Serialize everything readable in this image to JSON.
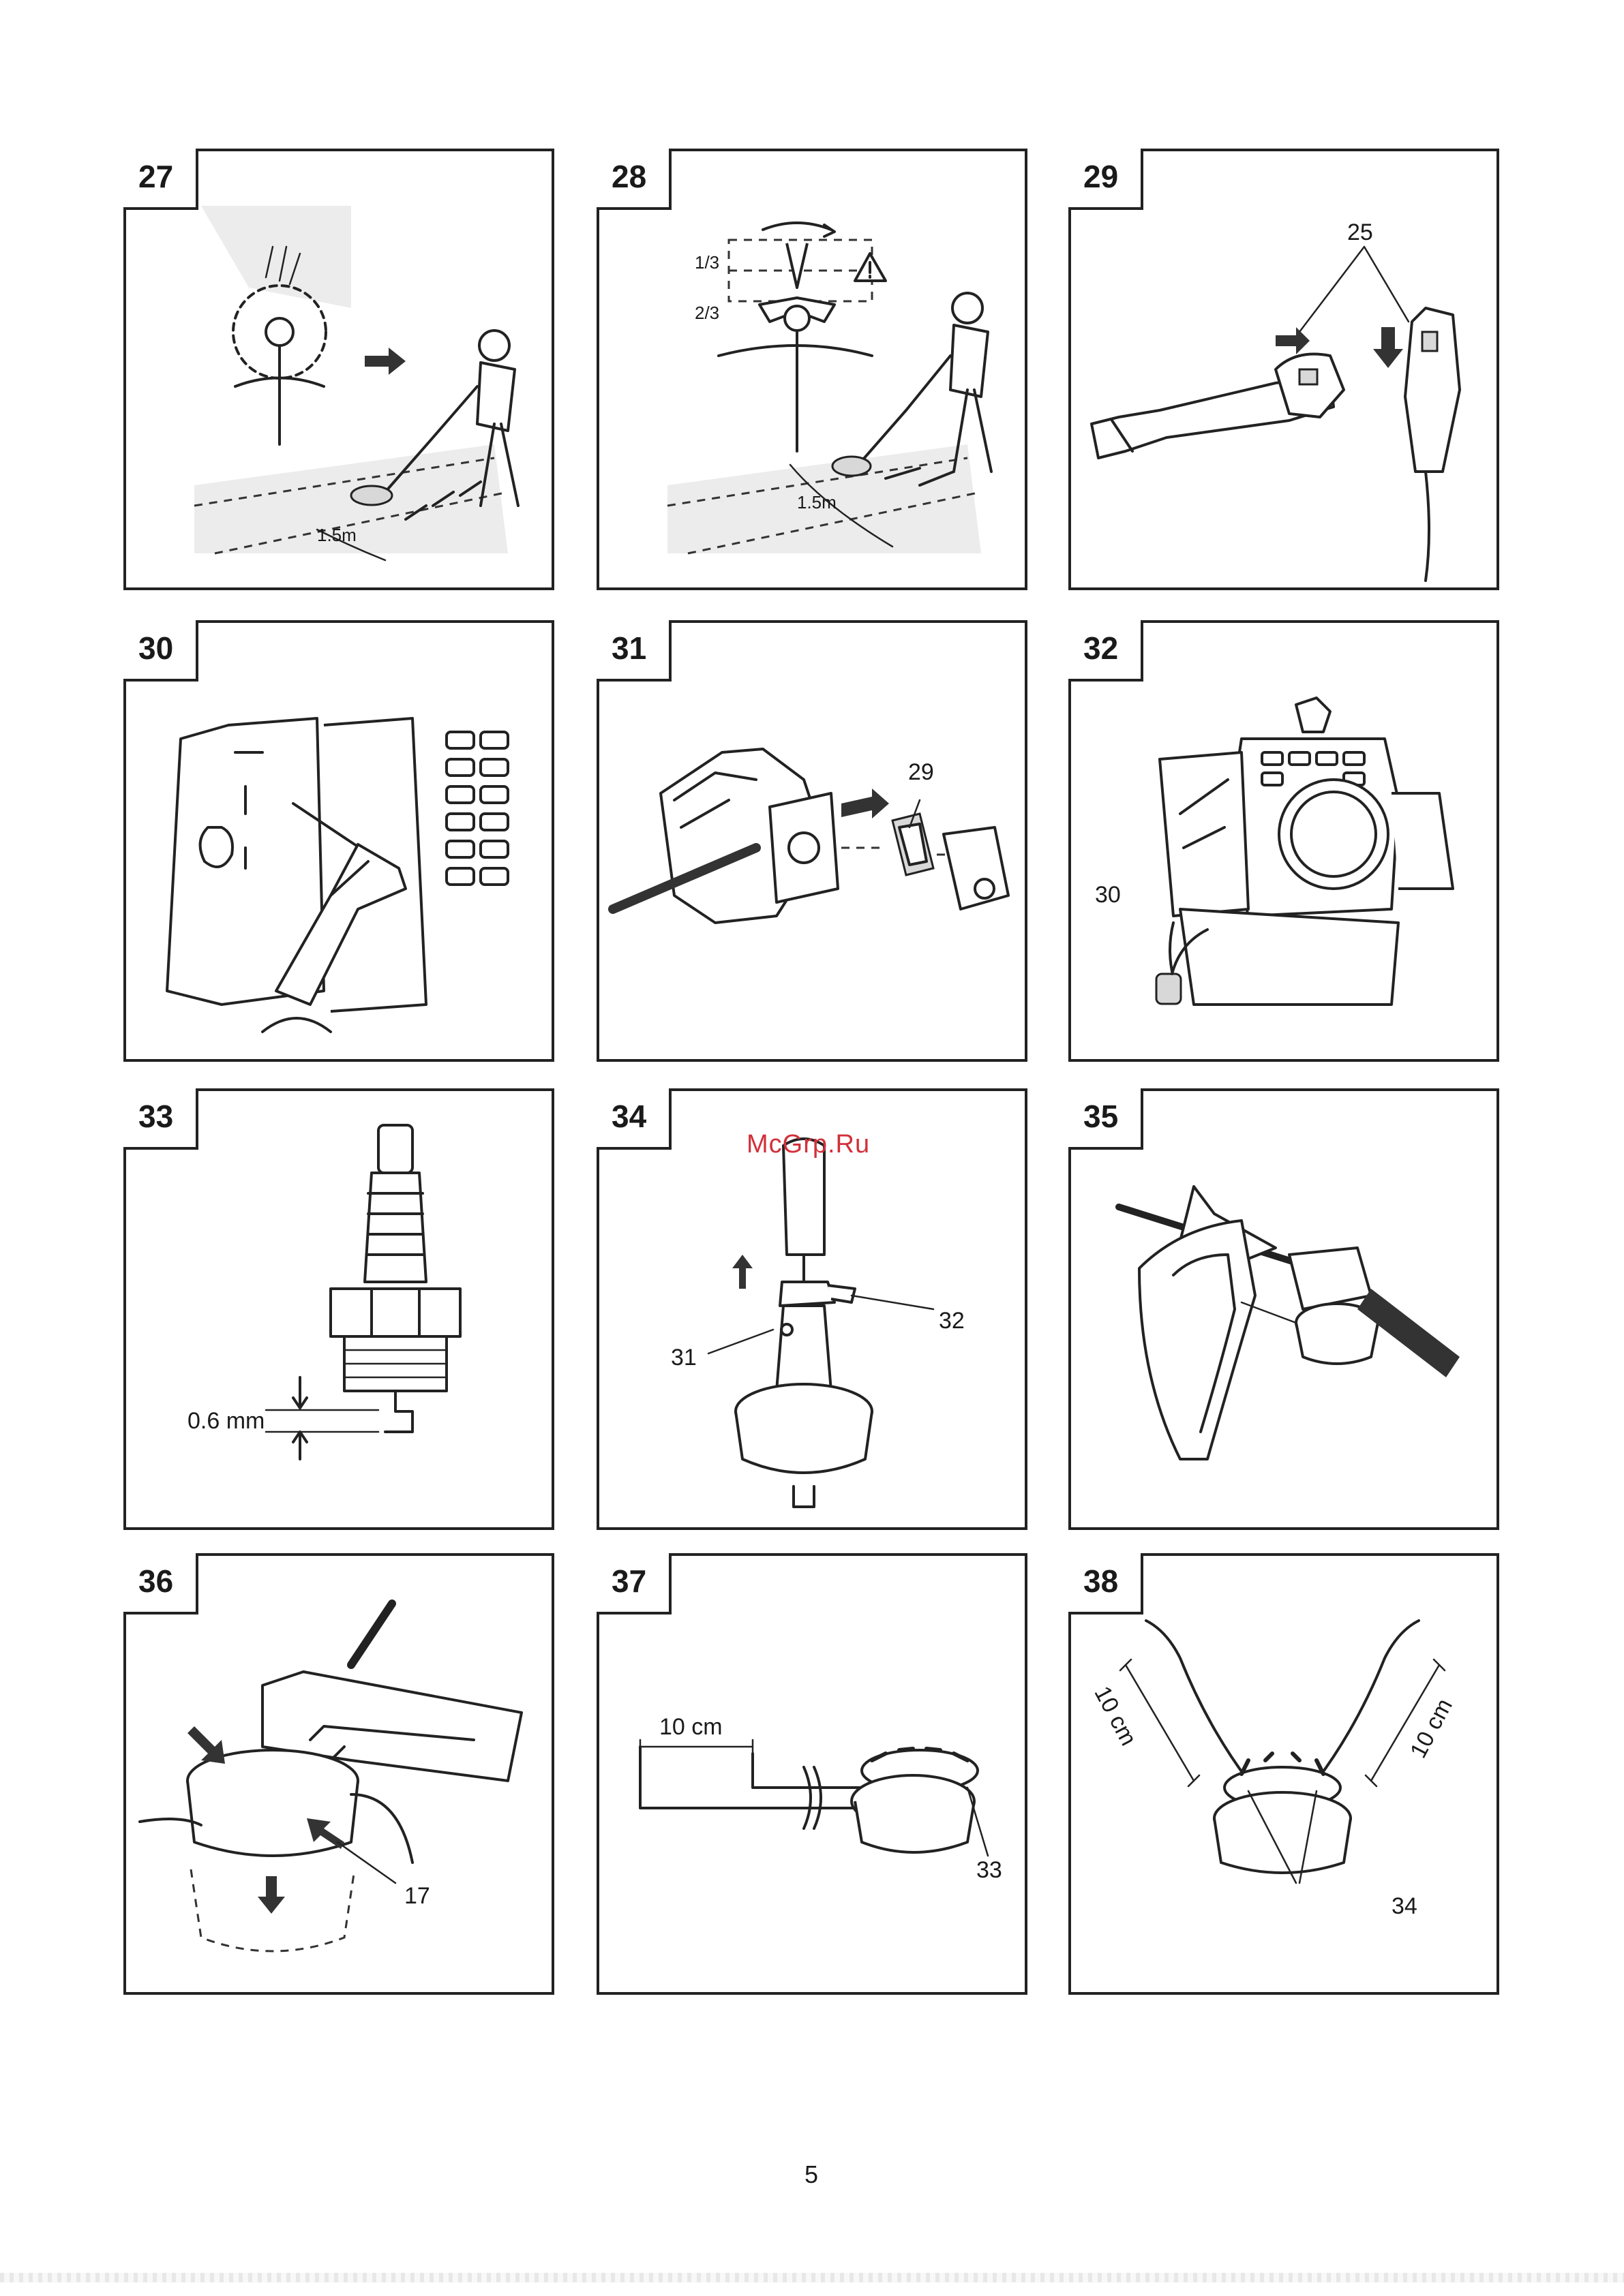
{
  "watermark": "McGrp.Ru",
  "page_number": "5",
  "panels": [
    {
      "number": "27",
      "labels": [
        "1.5m"
      ]
    },
    {
      "number": "28",
      "labels": [
        "1/3",
        "2/3",
        "1.5m"
      ]
    },
    {
      "number": "29",
      "labels": [
        "25"
      ]
    },
    {
      "number": "30",
      "labels": []
    },
    {
      "number": "31",
      "labels": [
        "29"
      ]
    },
    {
      "number": "32",
      "labels": [
        "30"
      ]
    },
    {
      "number": "33",
      "labels": [
        "0.6 mm"
      ]
    },
    {
      "number": "34",
      "labels": [
        "31",
        "32"
      ]
    },
    {
      "number": "35",
      "labels": []
    },
    {
      "number": "36",
      "labels": [
        "17"
      ]
    },
    {
      "number": "37",
      "labels": [
        "10 cm",
        "33"
      ]
    },
    {
      "number": "38",
      "labels": [
        "10 cm",
        "10 cm",
        "34"
      ]
    }
  ],
  "icons": [
    "warning-triangle-icon",
    "arrow-icon"
  ],
  "colors": {
    "watermark": "#d1303a",
    "ink": "#1a1a1a"
  }
}
